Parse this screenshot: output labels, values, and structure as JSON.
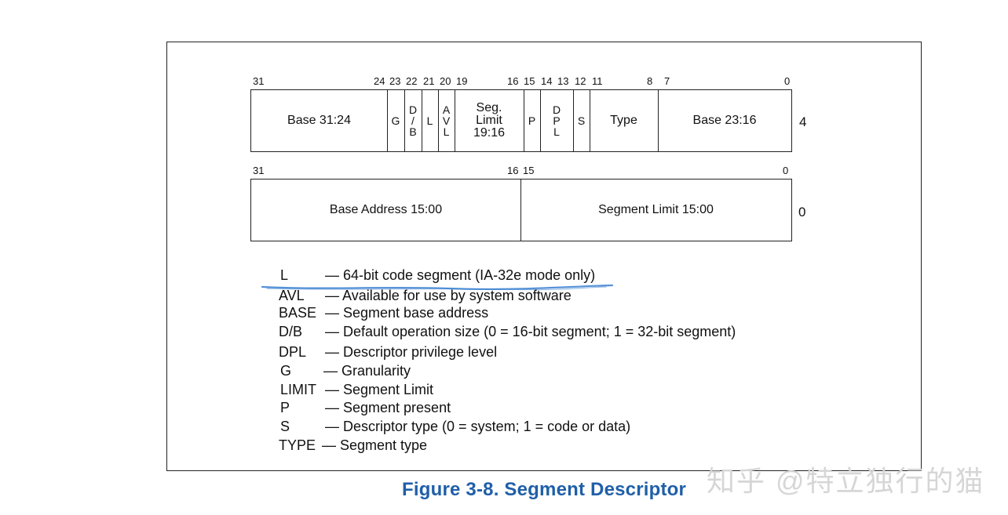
{
  "top_word": {
    "bit_labels": [
      "31",
      "24",
      "23",
      "22",
      "21",
      "20",
      "19",
      "16",
      "15",
      "14",
      "13",
      "12",
      "11",
      "8",
      "7",
      "0"
    ],
    "fields": {
      "base_31_24": "Base 31:24",
      "g": "G",
      "db": [
        "D",
        "/",
        "B"
      ],
      "l": "L",
      "avl": [
        "A",
        "V",
        "L"
      ],
      "seg_limit": [
        "Seg.",
        "Limit",
        "19:16"
      ],
      "p": "P",
      "dpl": [
        "D",
        "P",
        "L"
      ],
      "s": "S",
      "type": "Type",
      "base_23_16": "Base 23:16"
    },
    "offset": "4"
  },
  "bottom_word": {
    "bit_labels": [
      "31",
      "16",
      "15",
      "0"
    ],
    "fields": {
      "base_address": "Base Address 15:00",
      "segment_limit": "Segment Limit 15:00"
    },
    "offset": "0"
  },
  "legend": [
    {
      "abbr": "L",
      "desc": "— 64-bit code segment (IA-32e mode only)"
    },
    {
      "abbr": "AVL",
      "desc": "— Available for use by system software"
    },
    {
      "abbr": "BASE",
      "desc": "— Segment base address"
    },
    {
      "abbr": "D/B",
      "desc": "— Default operation size (0 = 16-bit segment; 1 = 32-bit segment)"
    },
    {
      "abbr": "DPL",
      "desc": "— Descriptor privilege level"
    },
    {
      "abbr": "G",
      "desc": "— Granularity"
    },
    {
      "abbr": "LIMIT",
      "desc": "— Segment Limit"
    },
    {
      "abbr": "P",
      "desc": "— Segment present"
    },
    {
      "abbr": "S",
      "desc": "— Descriptor type (0 = system; 1 = code or data)"
    },
    {
      "abbr": "TYPE",
      "desc": "— Segment type"
    }
  ],
  "caption": "Figure 3-8.  Segment Descriptor",
  "watermark": "知乎 @特立独行的猫",
  "colors": {
    "caption": "#1f5fa8",
    "highlight": "#3a7fd0",
    "watermark": "#d6d6d6"
  }
}
